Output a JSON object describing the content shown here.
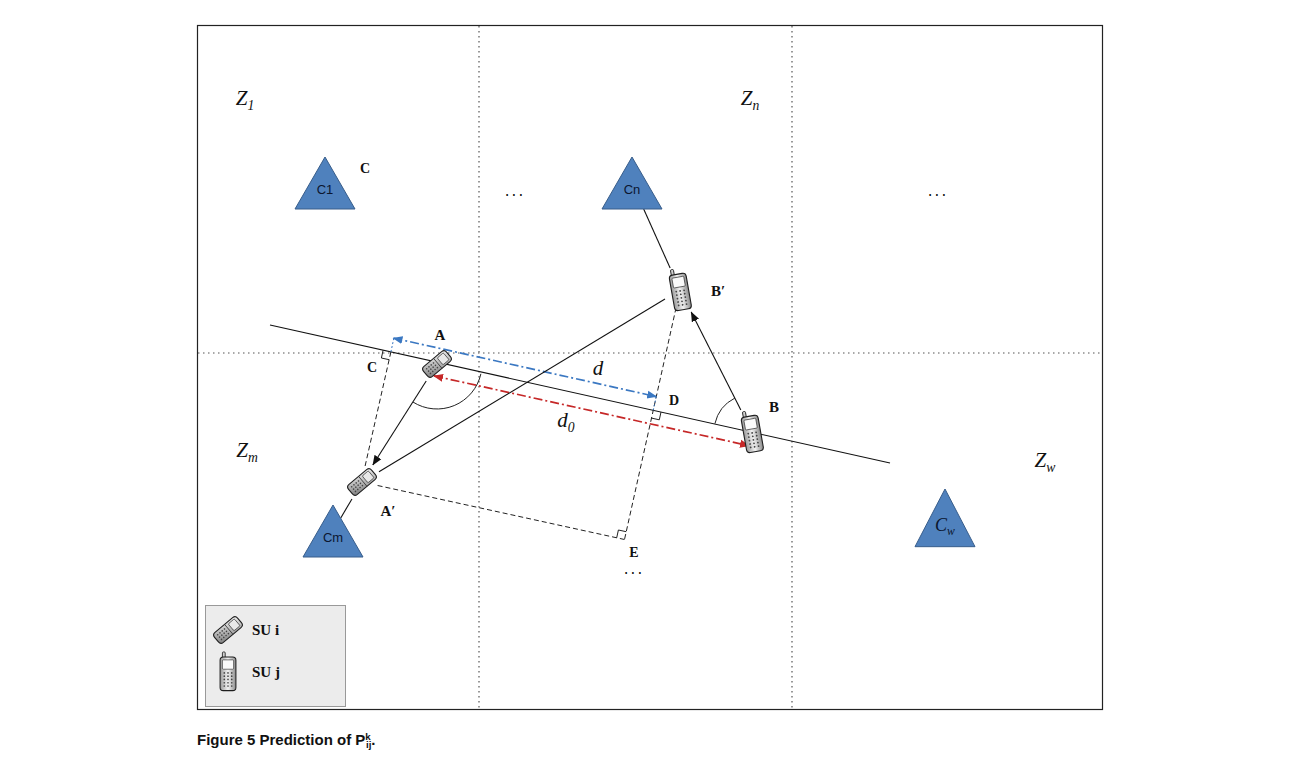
{
  "diagram": {
    "caption": "Figure 5 Prediction of Pkij.",
    "nodes": [
      {
        "text": [
          "C1"
        ]
      },
      {
        "text": [
          "Cn"
        ]
      },
      {
        "text": [
          "B′"
        ]
      },
      {
        "text": [
          "A"
        ]
      },
      {
        "text": [
          "B"
        ]
      },
      {
        "text": [
          "A′"
        ]
      },
      {
        "text": [
          "Cm"
        ]
      },
      {
        "text": [
          "Cw"
        ]
      }
    ],
    "edges": [
      {
        "from": 3,
        "to": 5,
        "arrow": "to"
      },
      {
        "from": 4,
        "to": 2,
        "arrow": "to"
      },
      {
        "from": 2,
        "to": 1,
        "arrow": "none"
      },
      {
        "from": 5,
        "to": 2,
        "arrow": "none"
      },
      {
        "from": 5,
        "to": 6,
        "arrow": "none"
      }
    ],
    "labels": [
      "Z1",
      "Zn",
      "C",
      "...",
      "...",
      "C",
      "d",
      "Zm",
      "D",
      "d0",
      "Zw",
      "E",
      "..."
    ],
    "legend": [
      {
        "text": "SU i"
      },
      {
        "text": "SU j"
      }
    ]
  }
}
